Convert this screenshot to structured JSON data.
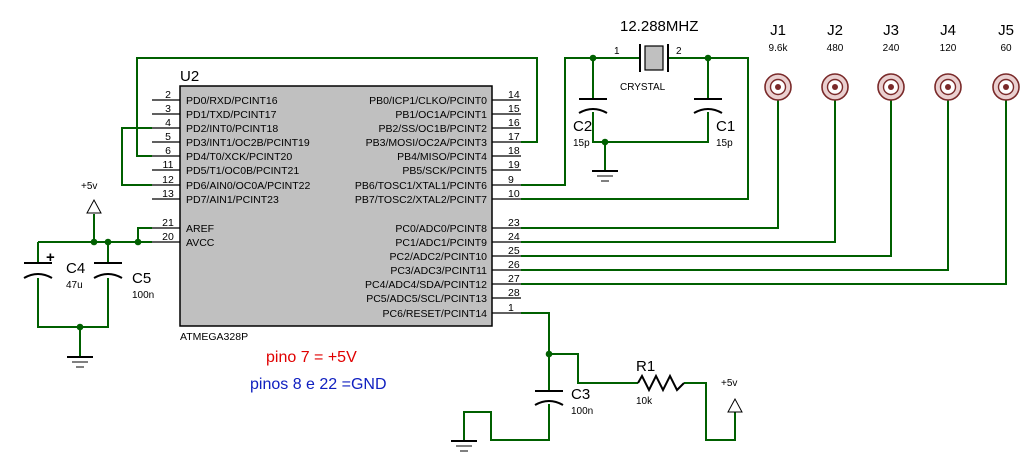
{
  "chip": {
    "ref": "U2",
    "part": "ATMEGA328P",
    "left_pins": [
      {
        "num": "2",
        "label": "PD0/RXD/PCINT16"
      },
      {
        "num": "3",
        "label": "PD1/TXD/PCINT17"
      },
      {
        "num": "4",
        "label": "PD2/INT0/PCINT18"
      },
      {
        "num": "5",
        "label": "PD3/INT1/OC2B/PCINT19"
      },
      {
        "num": "6",
        "label": "PD4/T0/XCK/PCINT20"
      },
      {
        "num": "11",
        "label": "PD5/T1/OC0B/PCINT21"
      },
      {
        "num": "12",
        "label": "PD6/AIN0/OC0A/PCINT22"
      },
      {
        "num": "13",
        "label": "PD7/AIN1/PCINT23"
      },
      {
        "num": "21",
        "label": "AREF"
      },
      {
        "num": "20",
        "label": "AVCC"
      }
    ],
    "right_pins": [
      {
        "num": "14",
        "label": "PB0/ICP1/CLKO/PCINT0"
      },
      {
        "num": "15",
        "label": "PB1/OC1A/PCINT1"
      },
      {
        "num": "16",
        "label": "PB2/SS/OC1B/PCINT2"
      },
      {
        "num": "17",
        "label": "PB3/MOSI/OC2A/PCINT3"
      },
      {
        "num": "18",
        "label": "PB4/MISO/PCINT4"
      },
      {
        "num": "19",
        "label": "PB5/SCK/PCINT5"
      },
      {
        "num": "9",
        "label": "PB6/TOSC1/XTAL1/PCINT6"
      },
      {
        "num": "10",
        "label": "PB7/TOSC2/XTAL2/PCINT7"
      },
      {
        "num": "23",
        "label": "PC0/ADC0/PCINT8"
      },
      {
        "num": "24",
        "label": "PC1/ADC1/PCINT9"
      },
      {
        "num": "25",
        "label": "PC2/ADC2/PCINT10"
      },
      {
        "num": "26",
        "label": "PC3/ADC3/PCINT11"
      },
      {
        "num": "27",
        "label": "PC4/ADC4/SDA/PCINT12"
      },
      {
        "num": "28",
        "label": "PC5/ADC5/SCL/PCINT13"
      },
      {
        "num": "1",
        "label": "PC6/RESET/PCINT14"
      }
    ]
  },
  "crystal": {
    "freq": "12.288MHZ",
    "name": "CRYSTAL",
    "pin1": "1",
    "pin2": "2"
  },
  "caps": {
    "c1": {
      "ref": "C1",
      "value": "15p"
    },
    "c2": {
      "ref": "C2",
      "value": "15p"
    },
    "c3": {
      "ref": "C3",
      "value": "100n"
    },
    "c4": {
      "ref": "C4",
      "value": "47u",
      "polarity": "+"
    },
    "c5": {
      "ref": "C5",
      "value": "100n"
    }
  },
  "resistor": {
    "ref": "R1",
    "value": "10k"
  },
  "supply": {
    "left": "+5v",
    "right": "+5v"
  },
  "jacks": [
    {
      "ref": "J1",
      "value": "9.6k"
    },
    {
      "ref": "J2",
      "value": "480"
    },
    {
      "ref": "J3",
      "value": "240"
    },
    {
      "ref": "J4",
      "value": "120"
    },
    {
      "ref": "J5",
      "value": "60"
    }
  ],
  "notes": {
    "line1": "pino 7 = +5V",
    "line2": "pinos 8 e 22 =GND"
  }
}
